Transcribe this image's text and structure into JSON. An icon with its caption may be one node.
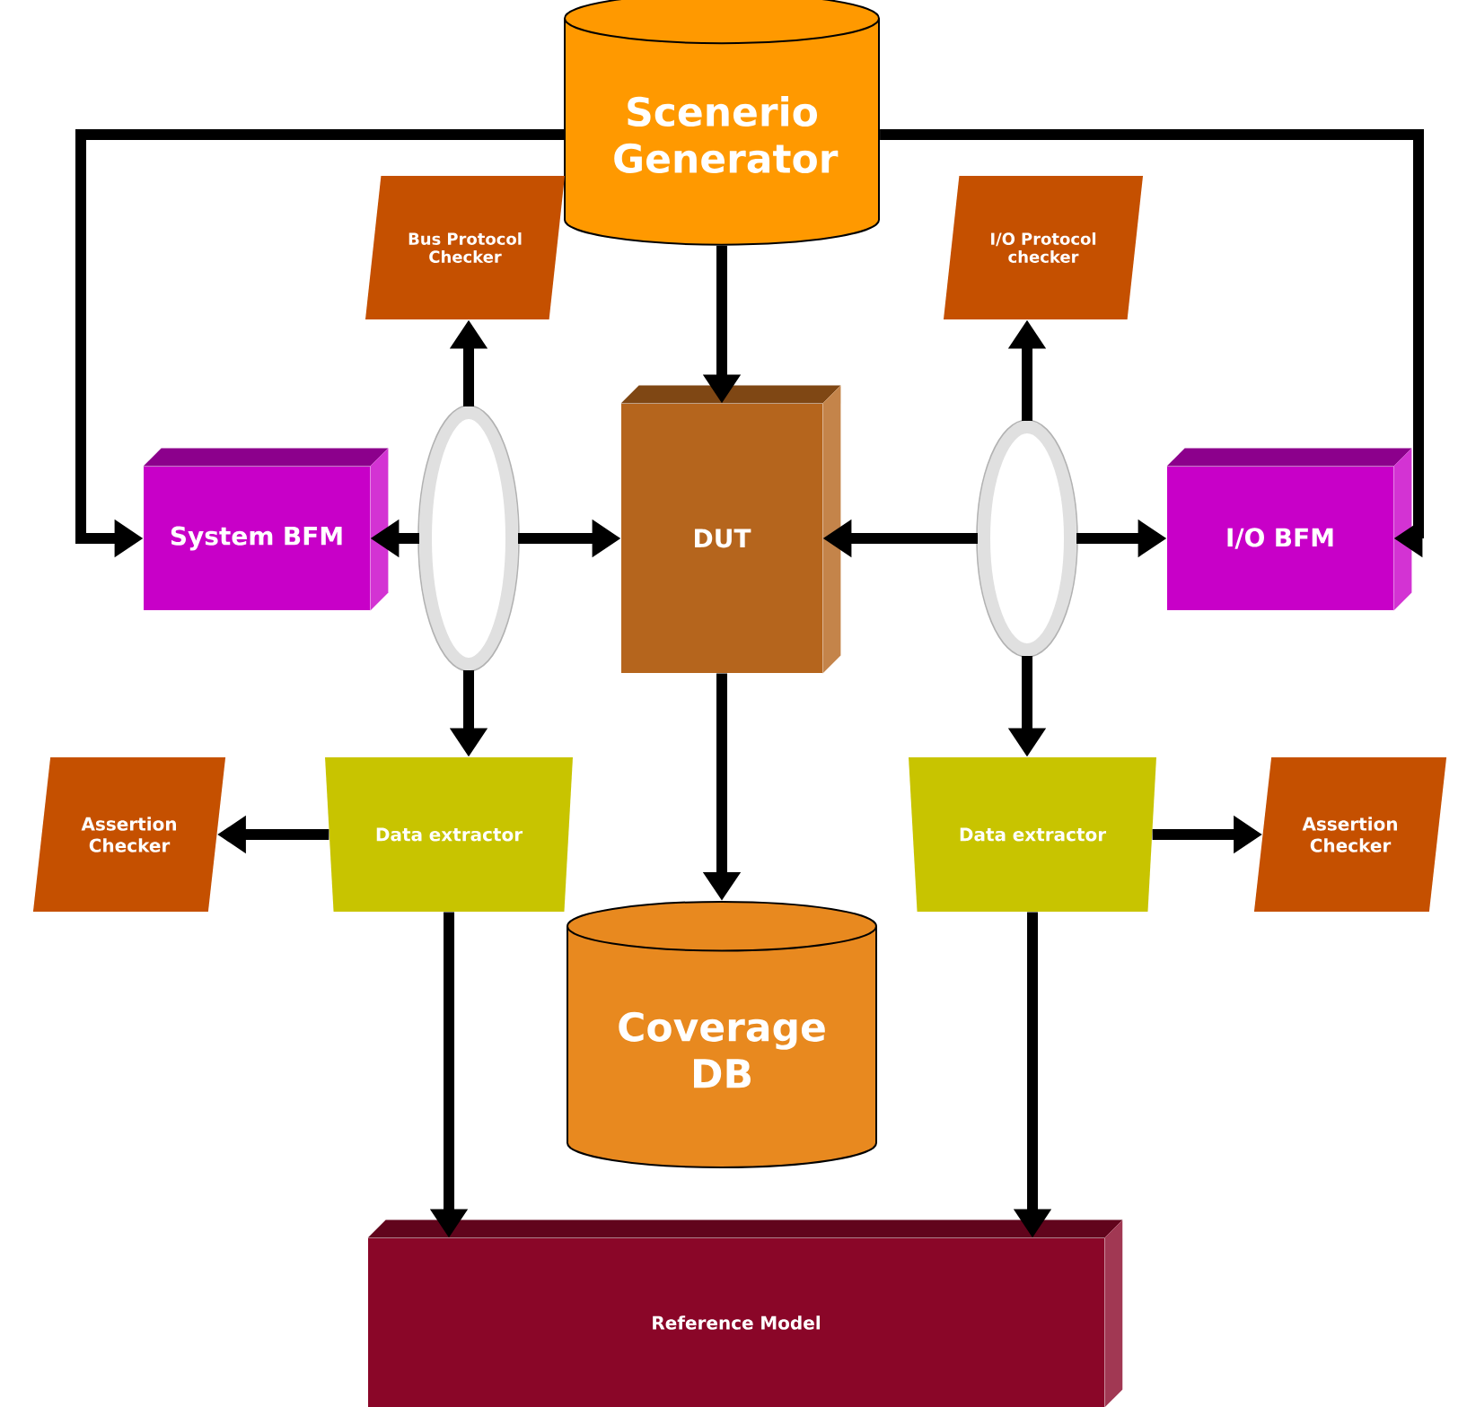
{
  "diagram": {
    "nodes": [
      {
        "text": [
          "Scenerio Generator"
        ]
      },
      {
        "text": [
          "Bus Protocol Checker"
        ]
      },
      {
        "text": [
          "I/O Protocol checker"
        ]
      },
      {
        "text": [
          "System BFM"
        ]
      },
      {
        "text": [
          "DUT"
        ]
      },
      {
        "text": [
          "I/O BFM"
        ]
      },
      {
        "text": [],
        "shape": "ring"
      },
      {
        "text": [],
        "shape": "ring"
      },
      {
        "text": [
          "Assertion Checker"
        ]
      },
      {
        "text": [
          "Data extractor"
        ]
      },
      {
        "text": [
          "Data extractor"
        ]
      },
      {
        "text": [
          "Assertion Checker"
        ]
      },
      {
        "text": [
          "Coverage DB"
        ]
      },
      {
        "text": [
          "Reference Model"
        ]
      }
    ],
    "edges": [
      {
        "from": 0,
        "to": 3,
        "arrow": "to"
      },
      {
        "from": 0,
        "to": 5,
        "arrow": "to"
      },
      {
        "from": 0,
        "to": 4,
        "arrow": "to"
      },
      {
        "from": 6,
        "to": 3,
        "arrow": "to"
      },
      {
        "from": 6,
        "to": 4,
        "arrow": "to"
      },
      {
        "from": 7,
        "to": 4,
        "arrow": "to"
      },
      {
        "from": 7,
        "to": 5,
        "arrow": "to"
      },
      {
        "from": 6,
        "to": 1,
        "arrow": "to"
      },
      {
        "from": 6,
        "to": 9,
        "arrow": "to"
      },
      {
        "from": 7,
        "to": 2,
        "arrow": "to"
      },
      {
        "from": 7,
        "to": 10,
        "arrow": "to"
      },
      {
        "from": 9,
        "to": 8,
        "arrow": "to"
      },
      {
        "from": 10,
        "to": 11,
        "arrow": "to"
      },
      {
        "from": 4,
        "to": 12,
        "arrow": "to"
      },
      {
        "from": 9,
        "to": 13,
        "arrow": "to"
      },
      {
        "from": 10,
        "to": 13,
        "arrow": "to"
      }
    ]
  }
}
